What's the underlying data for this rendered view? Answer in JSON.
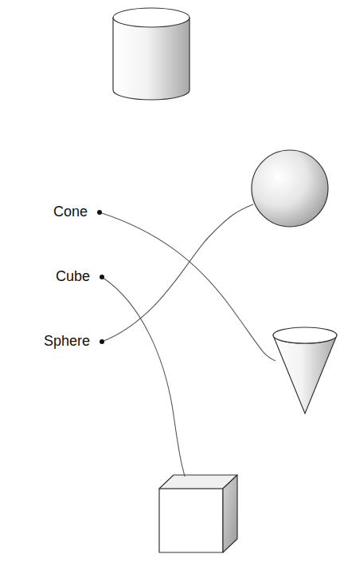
{
  "diagram": {
    "labels": [
      "Cone",
      "Cube",
      "Sphere"
    ]
  }
}
